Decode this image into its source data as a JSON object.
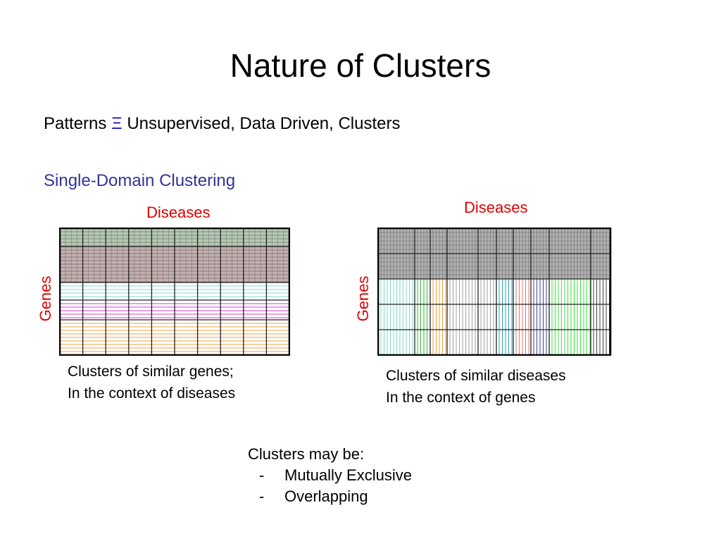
{
  "title": "Nature of Clusters",
  "patterns": {
    "prefix": "Patterns",
    "symbol": "Ξ",
    "suffix": "Unsupervised, Data Driven, Clusters"
  },
  "section_heading": "Single-Domain Clustering",
  "left_panel": {
    "top_label": "Diseases",
    "side_label": "Genes",
    "caption_line1": "Clusters of similar genes;",
    "caption_line2": "In the context of diseases"
  },
  "right_panel": {
    "top_label": "Diseases",
    "side_label": "Genes",
    "caption_line1": "Clusters of similar diseases",
    "caption_line2": "In the context of genes"
  },
  "notes": {
    "heading": "Clusters may be:",
    "items": [
      "Mutually Exclusive",
      "Overlapping"
    ],
    "bullet": "-"
  },
  "colors": {
    "label_red": "#e00000",
    "heading_blue": "#333399",
    "gene_cluster_1_fill": "#b5c9b5",
    "gene_cluster_2_fill": "#c4b0b0",
    "gene_cluster_3_lines": "#80d8c8",
    "gene_cluster_4_lines": "#d040d0",
    "gene_cluster_5_lines": "#f0a040",
    "disease_cluster_colors": [
      "#80d8c8",
      "#30b030",
      "#f0a040",
      "#a0a0a0",
      "#a0a0a0",
      "#20a0b0",
      "#f07070",
      "#4040a0",
      "#40e040",
      "#404040"
    ]
  }
}
